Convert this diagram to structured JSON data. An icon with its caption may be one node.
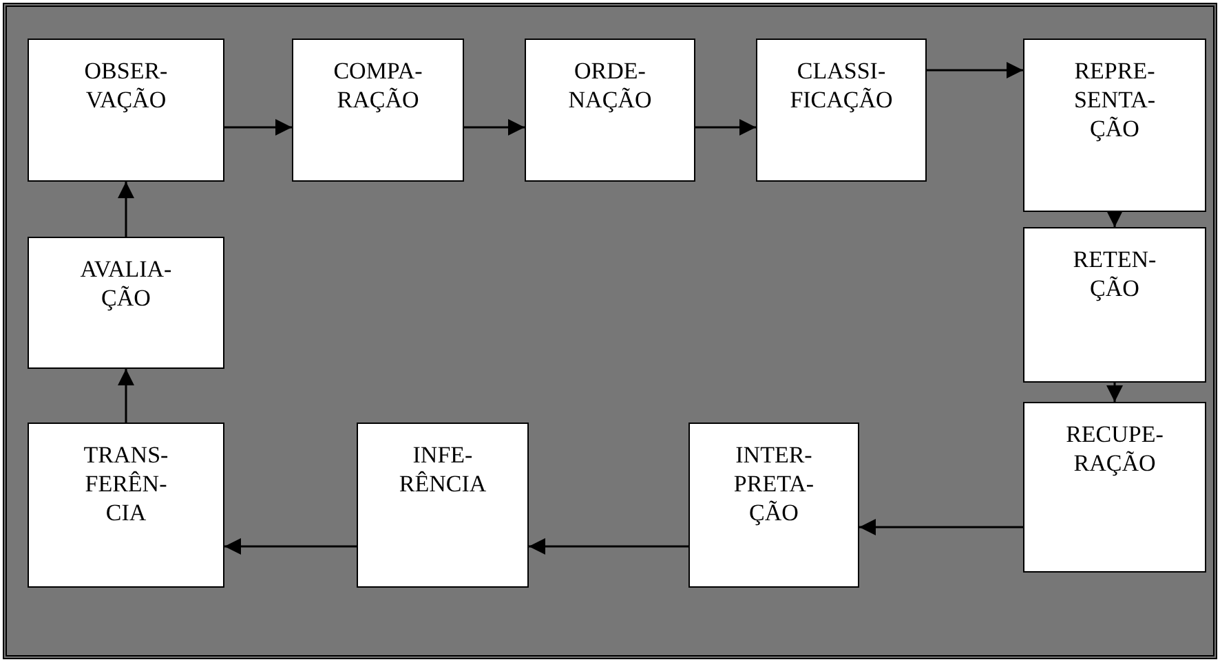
{
  "diagram": {
    "nodes": [
      {
        "text": [
          "OBSER- VAÇÃO"
        ]
      },
      {
        "text": [
          "COMPA- RAÇÃO"
        ]
      },
      {
        "text": [
          "ORDE- NAÇÃO"
        ]
      },
      {
        "text": [
          "CLASSI- FICAÇÃO"
        ]
      },
      {
        "text": [
          "REPRE- SENTA- ÇÃO"
        ]
      },
      {
        "text": [
          "RETEN- ÇÃO"
        ]
      },
      {
        "text": [
          "RECUPE- RAÇÃO"
        ]
      },
      {
        "text": [
          "INTER- PRETA- ÇÃO"
        ]
      },
      {
        "text": [
          "INFE- RÊNCIA"
        ]
      },
      {
        "text": [
          "TRANS- FERÊN- CIA"
        ]
      },
      {
        "text": [
          "AVALIA- ÇÃO"
        ]
      }
    ],
    "edges": [
      {
        "from": 0,
        "to": 1,
        "arrow": "to"
      },
      {
        "from": 1,
        "to": 2,
        "arrow": "to"
      },
      {
        "from": 2,
        "to": 3,
        "arrow": "to"
      },
      {
        "from": 3,
        "to": 4,
        "arrow": "to"
      },
      {
        "from": 4,
        "to": 5,
        "arrow": "to"
      },
      {
        "from": 5,
        "to": 6,
        "arrow": "to"
      },
      {
        "from": 6,
        "to": 7,
        "arrow": "to"
      },
      {
        "from": 7,
        "to": 8,
        "arrow": "to"
      },
      {
        "from": 8,
        "to": 9,
        "arrow": "to"
      },
      {
        "from": 9,
        "to": 10,
        "arrow": "to"
      },
      {
        "from": 10,
        "to": 0,
        "arrow": "to"
      }
    ]
  }
}
